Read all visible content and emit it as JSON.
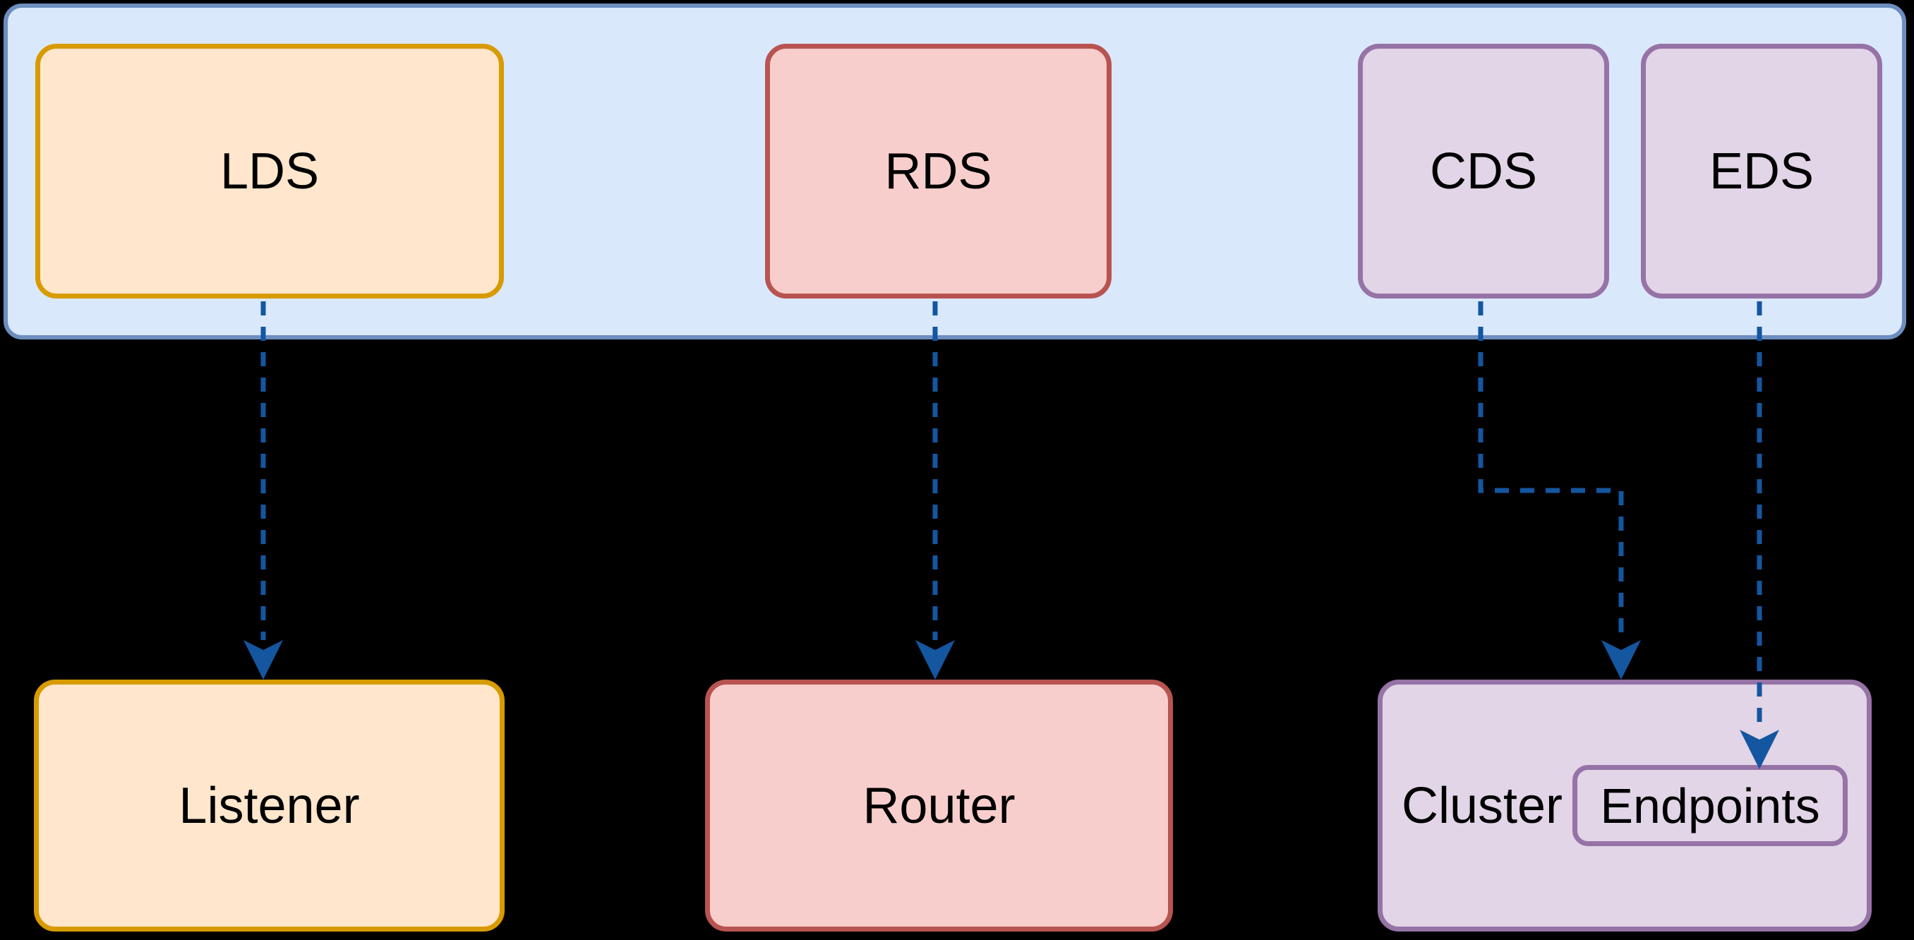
{
  "palette": {
    "background": "#000000",
    "container_fill": "#dae8fc",
    "container_stroke": "#6c8ebf",
    "orange_fill": "#ffe6cc",
    "orange_stroke": "#d79b00",
    "red_fill": "#f8cecc",
    "red_stroke": "#b85450",
    "purple_fill": "#e1d5e7",
    "purple_stroke": "#9673a6",
    "edge_color": "#14569f"
  },
  "control_plane": {
    "services": [
      {
        "id": "lds",
        "label": "LDS"
      },
      {
        "id": "rds",
        "label": "RDS"
      },
      {
        "id": "cds",
        "label": "CDS"
      },
      {
        "id": "eds",
        "label": "EDS"
      }
    ]
  },
  "data_plane": {
    "resources": [
      {
        "id": "listener",
        "label": "Listener"
      },
      {
        "id": "router",
        "label": "Router"
      },
      {
        "id": "cluster",
        "label": "Cluster",
        "child": {
          "id": "endpoints",
          "label": "Endpoints"
        }
      }
    ]
  },
  "edges": {
    "style": "dashed",
    "color": "#14569f",
    "connections": [
      {
        "from": "LDS",
        "to": "Listener"
      },
      {
        "from": "RDS",
        "to": "Router"
      },
      {
        "from": "CDS",
        "to": "Cluster"
      },
      {
        "from": "EDS",
        "to": "Endpoints"
      }
    ]
  }
}
